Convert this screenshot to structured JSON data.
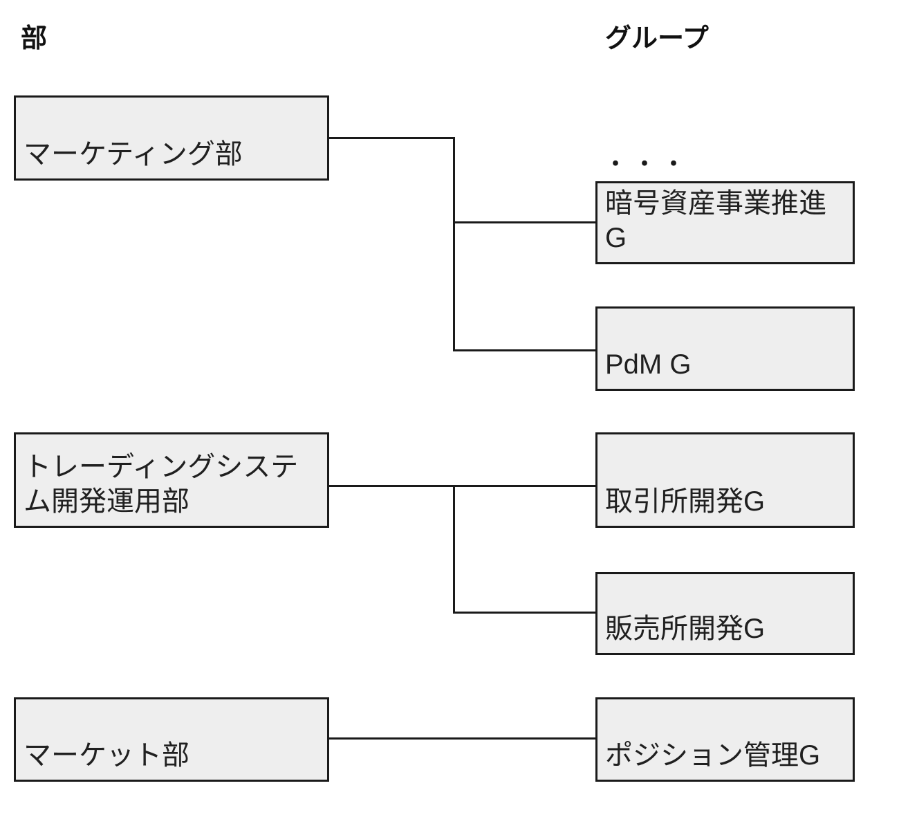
{
  "diagram": {
    "headers": {
      "department": "部",
      "group": "グループ"
    },
    "ellipsis": "・・・",
    "departments": [
      {
        "id": "marketing",
        "label": "マーケティング部"
      },
      {
        "id": "trading-system-dev-ops",
        "label": "トレーディングシステム開発運用部"
      },
      {
        "id": "market",
        "label": "マーケット部"
      }
    ],
    "groups": [
      {
        "id": "crypto-asset-promotion",
        "label": "暗号資産事業推進G"
      },
      {
        "id": "pdm",
        "label": "PdM G"
      },
      {
        "id": "exchange-dev",
        "label": "取引所開発G"
      },
      {
        "id": "sales-office-dev",
        "label": "販売所開発G"
      },
      {
        "id": "position-management",
        "label": "ポジション管理G"
      }
    ],
    "edges": [
      {
        "from": "マーケティング部",
        "to": "暗号資産事業推進G"
      },
      {
        "from": "マーケティング部",
        "to": "PdM G"
      },
      {
        "from": "トレーディングシステム開発運用部",
        "to": "取引所開発G"
      },
      {
        "from": "トレーディングシステム開発運用部",
        "to": "販売所開発G"
      },
      {
        "from": "マーケット部",
        "to": "ポジション管理G"
      }
    ],
    "colors": {
      "box_fill": "#eeeeee",
      "box_border": "#1a1a1a",
      "connector": "#1a1a1a",
      "text": "#202020"
    }
  }
}
